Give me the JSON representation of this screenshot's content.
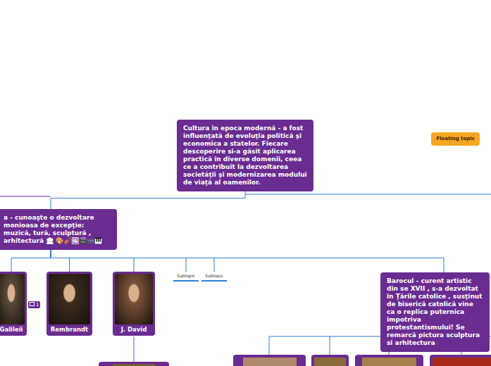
{
  "diagram": {
    "nodes": [
      {
        "text": [
          "Cultura în epoca modernă - a fost influenţată de evoluţia politică şi economica a statelor. Fiecare descoperire si-a găsit aplicarea practică în diverse domenii, ceea ce a contribuit la dezvoltarea societăţii şi modernizarea modului de viaţă al oamenilor."
        ]
      },
      {
        "text": [
          "Floating topic"
        ]
      },
      {
        "text": [
          "a - cunoaşte o dezvoltare monioasa de excepţie: muzică, tură, sculptură , arhitectură 🏛 🎨🎻🖼🎬📹🎹"
        ]
      },
      {
        "text": [
          "Galileii"
        ]
      },
      {
        "text": [
          "Rembrandt"
        ]
      },
      {
        "text": [
          "J. David"
        ]
      },
      {
        "text": [
          "Subtopic"
        ]
      },
      {
        "text": [
          "Subtopic"
        ]
      },
      {
        "text": [
          "Barocul - curent artistic din se XVII , s-a dezvoltat în Ţările catolice , susţinut de biserică catolică vine ca o replica puternica impotriva protestantismului! Se remarcă pictura sculptura si arhitectura"
        ]
      }
    ],
    "edges": [
      {
        "from": 0,
        "to": 2,
        "arrow": "none"
      },
      {
        "from": 2,
        "to": 3,
        "arrow": "none"
      },
      {
        "from": 2,
        "to": 4,
        "arrow": "none"
      },
      {
        "from": 2,
        "to": 5,
        "arrow": "none"
      },
      {
        "from": 2,
        "to": 6,
        "arrow": "none"
      },
      {
        "from": 2,
        "to": 7,
        "arrow": "none"
      },
      {
        "from": 2,
        "to": 8,
        "arrow": "none"
      }
    ],
    "labels": [
      "1"
    ]
  }
}
